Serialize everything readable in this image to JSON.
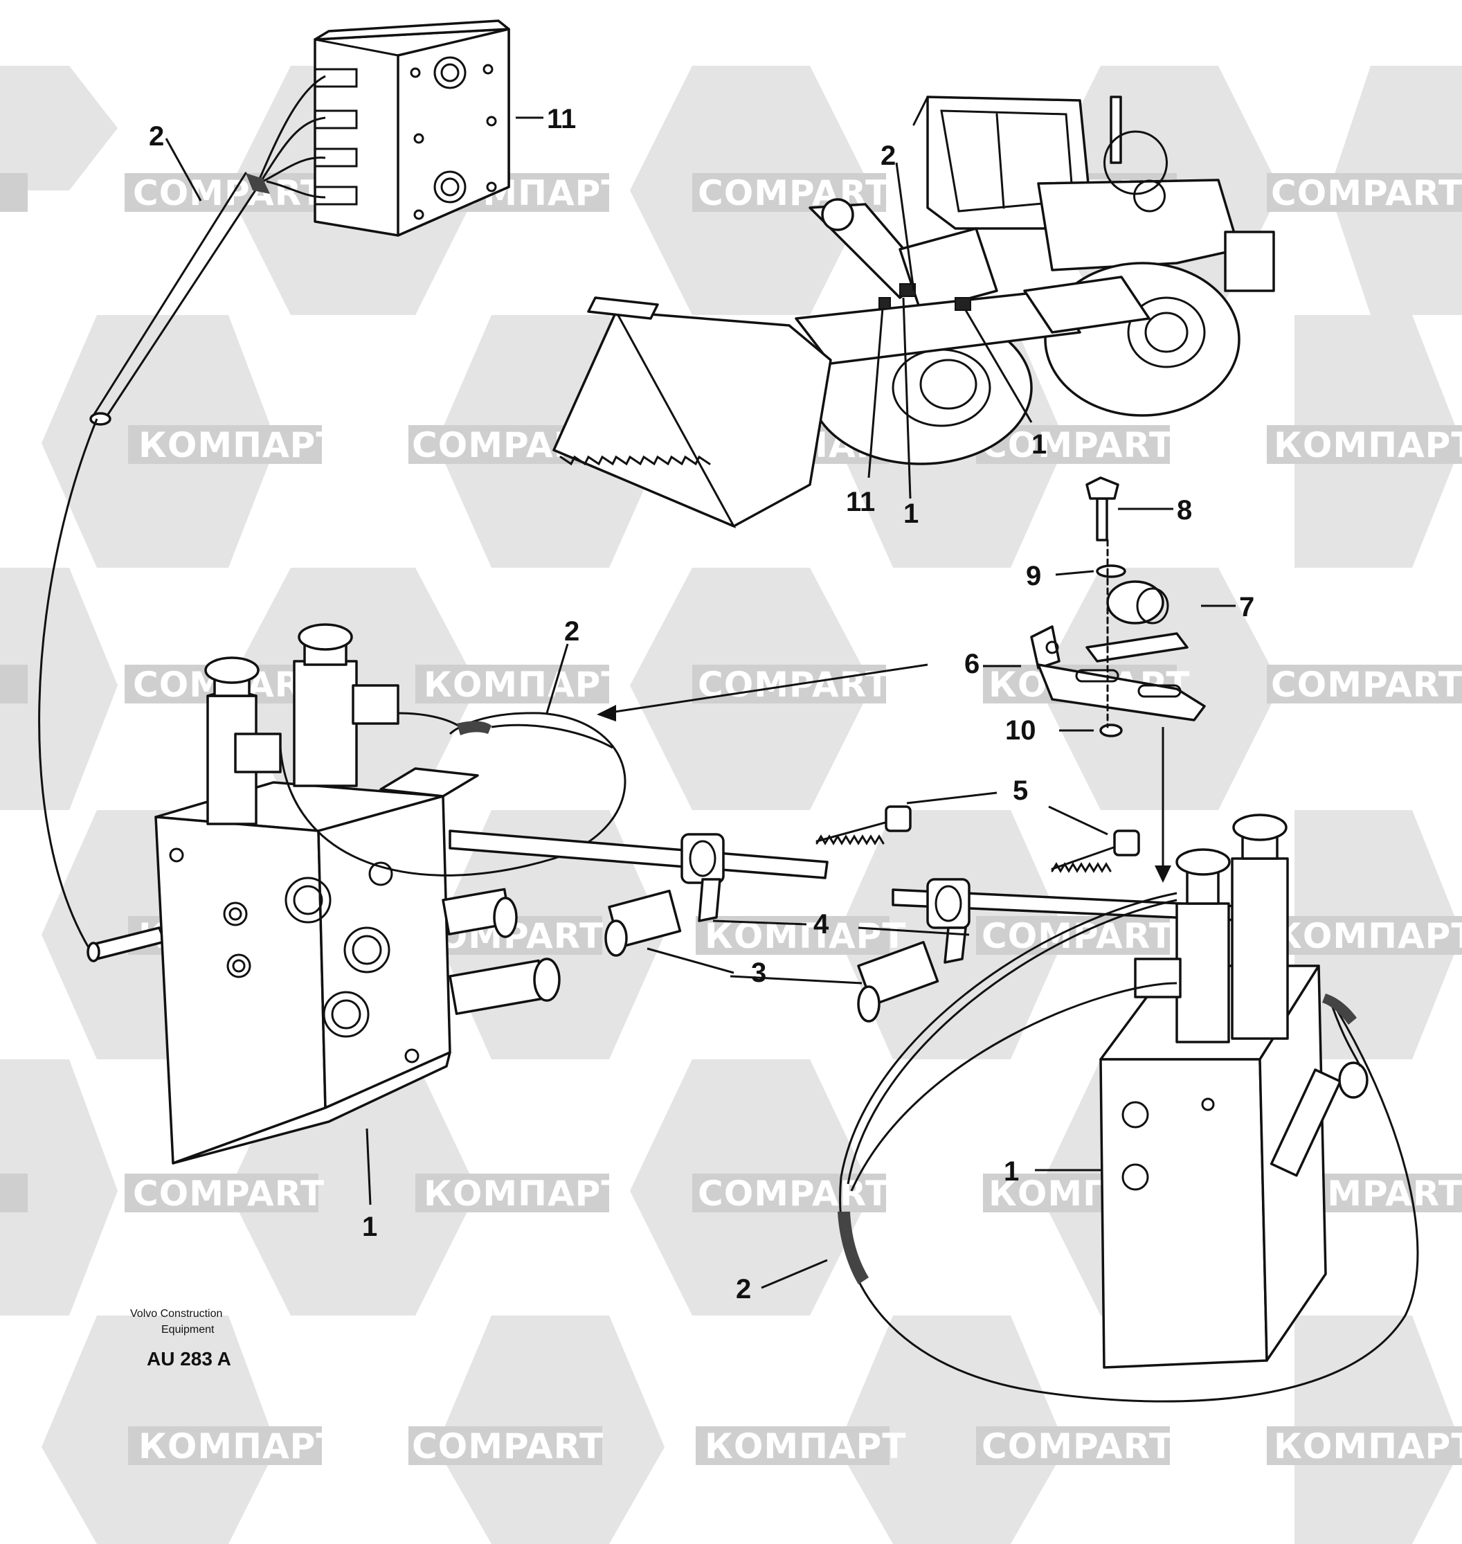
{
  "watermarks": {
    "light": "КОМПАРТ",
    "dark": "COMPART",
    "colors": {
      "hex_fill": "#e4e4e4",
      "band_fill": "#cfcfcf"
    }
  },
  "callouts": {
    "c1a": "1",
    "c1b": "1",
    "c1c": "1",
    "c1d": "1",
    "c2a": "2",
    "c2b": "2",
    "c2c": "2",
    "c2d": "2",
    "c3": "3",
    "c4": "4",
    "c5": "5",
    "c6": "6",
    "c7": "7",
    "c8": "8",
    "c9": "9",
    "c10": "10",
    "c11a": "11",
    "c11b": "11"
  },
  "credit": {
    "line1": "Volvo Construction",
    "line2": "Equipment",
    "code": "AU 283 A"
  }
}
